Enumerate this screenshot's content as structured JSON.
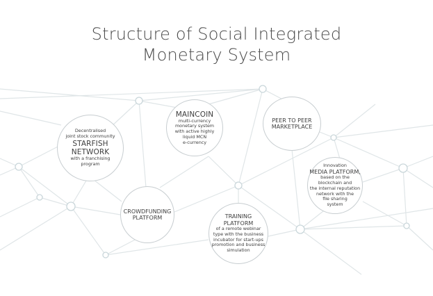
{
  "title": {
    "line1": "Structure of Social Integrated",
    "line2": "Monetary System"
  },
  "colors": {
    "lines": "#dfe5e7",
    "nodes": "#c9d6da",
    "circle_border": "#c7cdd0",
    "text": "#3d3d3d"
  },
  "nodes": {
    "starfish": {
      "pre": [
        "Decentralised",
        "joint stock community"
      ],
      "name": [
        "STARFISH",
        "NETWORK"
      ],
      "post": [
        "with a franchising",
        "program"
      ]
    },
    "maincoin": {
      "name": [
        "MAINCOIN"
      ],
      "post": [
        "multi-currency",
        "monetary system",
        "with active highly",
        "liquid MCN",
        "e-currency"
      ]
    },
    "p2p": {
      "name": [
        "PEER TO PEER",
        "MARKETPLACE"
      ]
    },
    "media": {
      "pre": [
        "Innovation"
      ],
      "name": [
        "MEDIA PLATFORM,"
      ],
      "post": [
        "based on the",
        "blockchain and",
        "the internal reputation",
        "network with the",
        "file sharing",
        "system"
      ]
    },
    "crowd": {
      "name": [
        "CROWDFUNDING",
        "PLATFORM"
      ]
    },
    "training": {
      "name": [
        "TRAINING",
        "PLATFORM"
      ],
      "post": [
        "of a remote webinar",
        "type with the business",
        "incubator for start-ups",
        "promotion and business",
        "simulation"
      ]
    }
  }
}
